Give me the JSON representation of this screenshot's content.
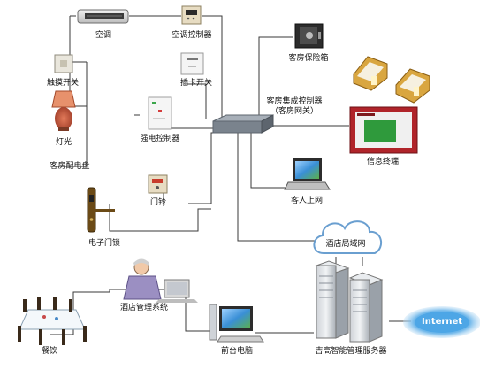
{
  "diagram": {
    "nodes": {
      "ac": {
        "label": "空调",
        "icon": "air-conditioner-icon"
      },
      "ac_controller": {
        "label": "空调控制器",
        "icon": "thermostat-panel-icon"
      },
      "touch_switch": {
        "label": "触摸开关",
        "icon": "wall-switch-icon"
      },
      "card_switch": {
        "label": "插卡开关",
        "icon": "card-switch-icon"
      },
      "room_safe": {
        "label": "客房保险箱",
        "icon": "safe-box-icon"
      },
      "lighting": {
        "label": "灯光",
        "icon": "table-lamp-icon"
      },
      "power_controller": {
        "label": "强电控制器",
        "icon": "power-controller-box-icon"
      },
      "gateway": {
        "label_line1": "客房集成控制器",
        "label_line2": "（客房网关）",
        "icon": "network-switch-icon"
      },
      "info_terminal": {
        "label": "信息终端",
        "icon": "info-terminal-screen-icon"
      },
      "room_panel": {
        "label": "客房配电盘"
      },
      "beds": {
        "icon": "hotel-beds-icon"
      },
      "doorbell": {
        "label": "门铃",
        "icon": "doorbell-panel-icon"
      },
      "guest_internet": {
        "label": "客人上网",
        "icon": "laptop-icon"
      },
      "door_lock": {
        "label": "电子门锁",
        "icon": "door-lock-icon"
      },
      "hotel_lan": {
        "label": "酒店局域网",
        "icon": "cloud-icon"
      },
      "hotel_mgmt": {
        "label": "酒店管理系统",
        "icon": "operator-computer-icon"
      },
      "dining": {
        "label": "餐饮",
        "icon": "dining-table-icon"
      },
      "front_desk": {
        "label": "前台电脑",
        "icon": "desktop-computer-icon"
      },
      "server": {
        "label": "吉高智能管理服务器",
        "icon": "server-rack-icon"
      },
      "internet": {
        "label": "Internet",
        "icon": "internet-ellipse-icon"
      }
    },
    "terminal_screen_text": "",
    "colors": {
      "line": "#3a3a3a",
      "gateway_top": "#9aa3ad",
      "gateway_side": "#6d7680",
      "cloud_stroke": "#6a9fd0",
      "internet_fill": "#6fb7ea",
      "terminal_frame": "#b0242a",
      "terminal_screen": "#2f9a3c",
      "bed_frame": "#c8902a"
    }
  }
}
